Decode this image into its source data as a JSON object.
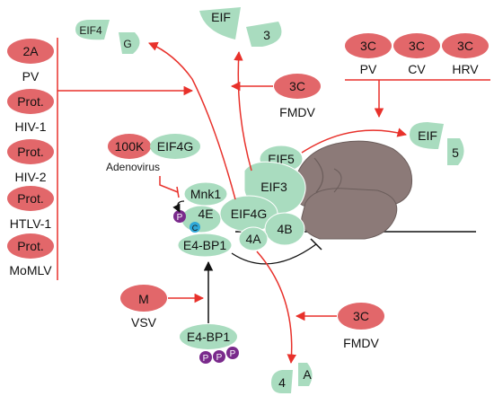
{
  "colors": {
    "viral_protein": "#e2676a",
    "host_factor": "#a9dcbf",
    "ribosome": "#8c7a78",
    "arrow": "#e8312b",
    "phosphate": "#7a2a8c",
    "cap": "#2fa8d8"
  },
  "viral": {
    "pv_2a": "2A",
    "pv_name": "PV",
    "hiv1_prot": "Prot.",
    "hiv1_name": "HIV-1",
    "hiv2_prot": "Prot.",
    "hiv2_name": "HIV-2",
    "htlv1_prot": "Prot.",
    "htlv1_name": "HTLV-1",
    "momlv_prot": "Prot.",
    "momlv_name": "MoMLV",
    "adeno_100k": "100K",
    "adeno_name": "Adenovirus",
    "fmdv_top_3c": "3C",
    "fmdv_top_name": "FMDV",
    "pv_3c": "3C",
    "cv_3c": "3C",
    "hrv_3c": "3C",
    "pv3c_name": "PV",
    "cv_name": "CV",
    "hrv_name": "HRV",
    "vsv_m": "M",
    "vsv_name": "VSV",
    "fmdv_bottom_3c": "3C",
    "fmdv_bottom_name": "FMDV"
  },
  "host": {
    "eif4_frag": "EIF4",
    "g_frag": "G",
    "eif_top_frag": "EIF",
    "three_frag": "3",
    "eif4g_adeno": "EIF4G",
    "eif5": "EIF5",
    "eif3": "EIF3",
    "mnk1": "Mnk1",
    "e4": "4E",
    "eif4g_complex": "EIF4G",
    "e4b": "4B",
    "e4a": "4A",
    "e4bp1": "E4-BP1",
    "e4bp1_bottom": "E4-BP1",
    "eif_right_frag": "EIF",
    "five_frag": "5",
    "four_frag": "4",
    "a_frag": "A",
    "cap": "C",
    "p1": "P",
    "p2": "P",
    "p3": "P",
    "p4": "P"
  }
}
